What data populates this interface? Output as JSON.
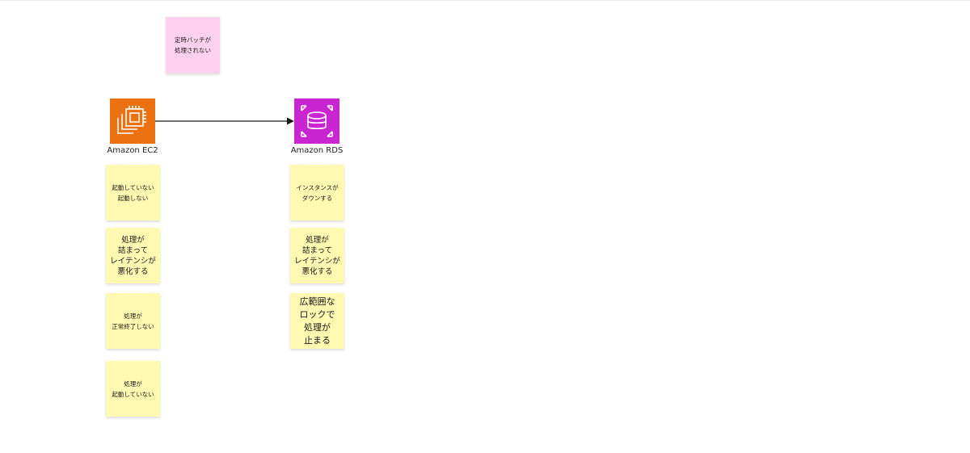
{
  "services": {
    "ec2": {
      "label": "Amazon EC2",
      "icon": "ec2-chip-icon",
      "color": "#ec7211"
    },
    "rds": {
      "label": "Amazon RDS",
      "icon": "rds-database-icon",
      "color": "#c925d1"
    }
  },
  "batch_note": "定時バッチが\n処理されない",
  "ec2_notes": [
    "起動していない\n起動しない",
    "処理が\n詰まって\nレイテンシが\n悪化する",
    "処理が\n正常終了しない",
    "処理が\n起動していない"
  ],
  "rds_notes": [
    "インスタンスが\nダウンする",
    "処理が\n詰まって\nレイテンシが\n悪化する",
    "広範囲な\nロックで\n処理が\n止まる"
  ],
  "colors": {
    "sticky_yellow": "#fff9b1",
    "sticky_pink": "#fdd1ee",
    "arrow": "#1a1a1a"
  }
}
